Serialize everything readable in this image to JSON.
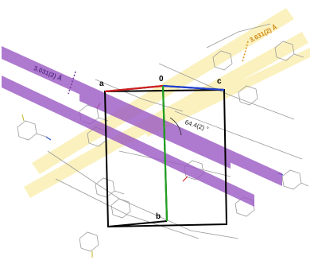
{
  "figure": {
    "axis_labels": {
      "a": "a",
      "origin": "0",
      "c": "c",
      "b": "b"
    },
    "distance_left": "3.031(2) Å",
    "distance_right": "3.631(2) Å",
    "angle": "64.4(2) °"
  },
  "colors": {
    "plane_purple": "#9b59c4",
    "plane_yellow": "#f6e68a",
    "dash_purple": "#7a3fa6",
    "dash_orange": "#e0961c",
    "cell_edge": "#000000",
    "axis_a": "#d02020",
    "axis_b": "#20a020",
    "axis_c": "#2040d0",
    "molecule": "#9a9a9a"
  }
}
